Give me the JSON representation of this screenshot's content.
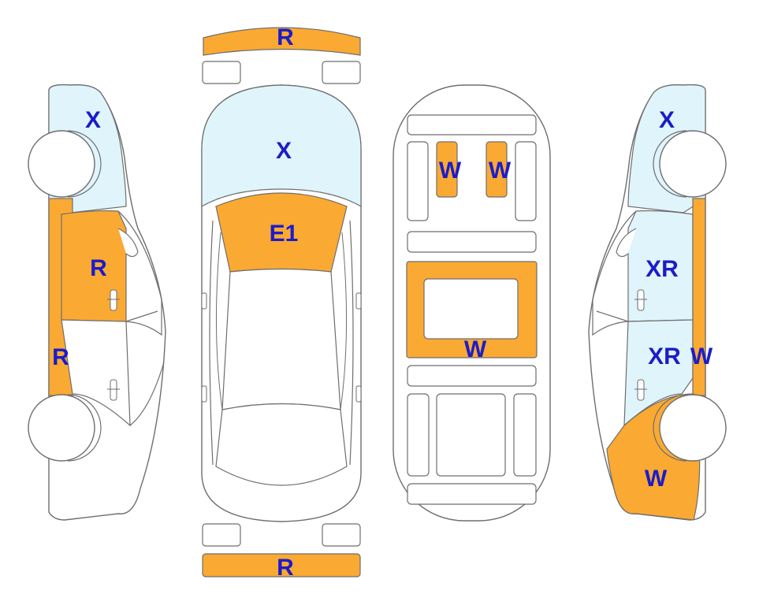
{
  "colors": {
    "damage_orange": "#FAA933",
    "panel_light_blue": "#E0F4FB",
    "outline_gray": "#6E6E6E",
    "label_blue": "#1C1CC8",
    "background": "#FFFFFF"
  },
  "labels": {
    "top_bumper": "R",
    "bottom_bumper": "R",
    "top_windshield": "X",
    "top_hood": "E1",
    "left_front_quarter": "X",
    "left_front_door": "R",
    "left_rocker": "R",
    "floor_seat_left": "W",
    "floor_seat_right": "W",
    "floor_center": "W",
    "right_front_quarter": "X",
    "right_front_door": "XR",
    "right_rear_door": "XR",
    "right_rocker": "W",
    "right_rear_quarter": "W"
  }
}
